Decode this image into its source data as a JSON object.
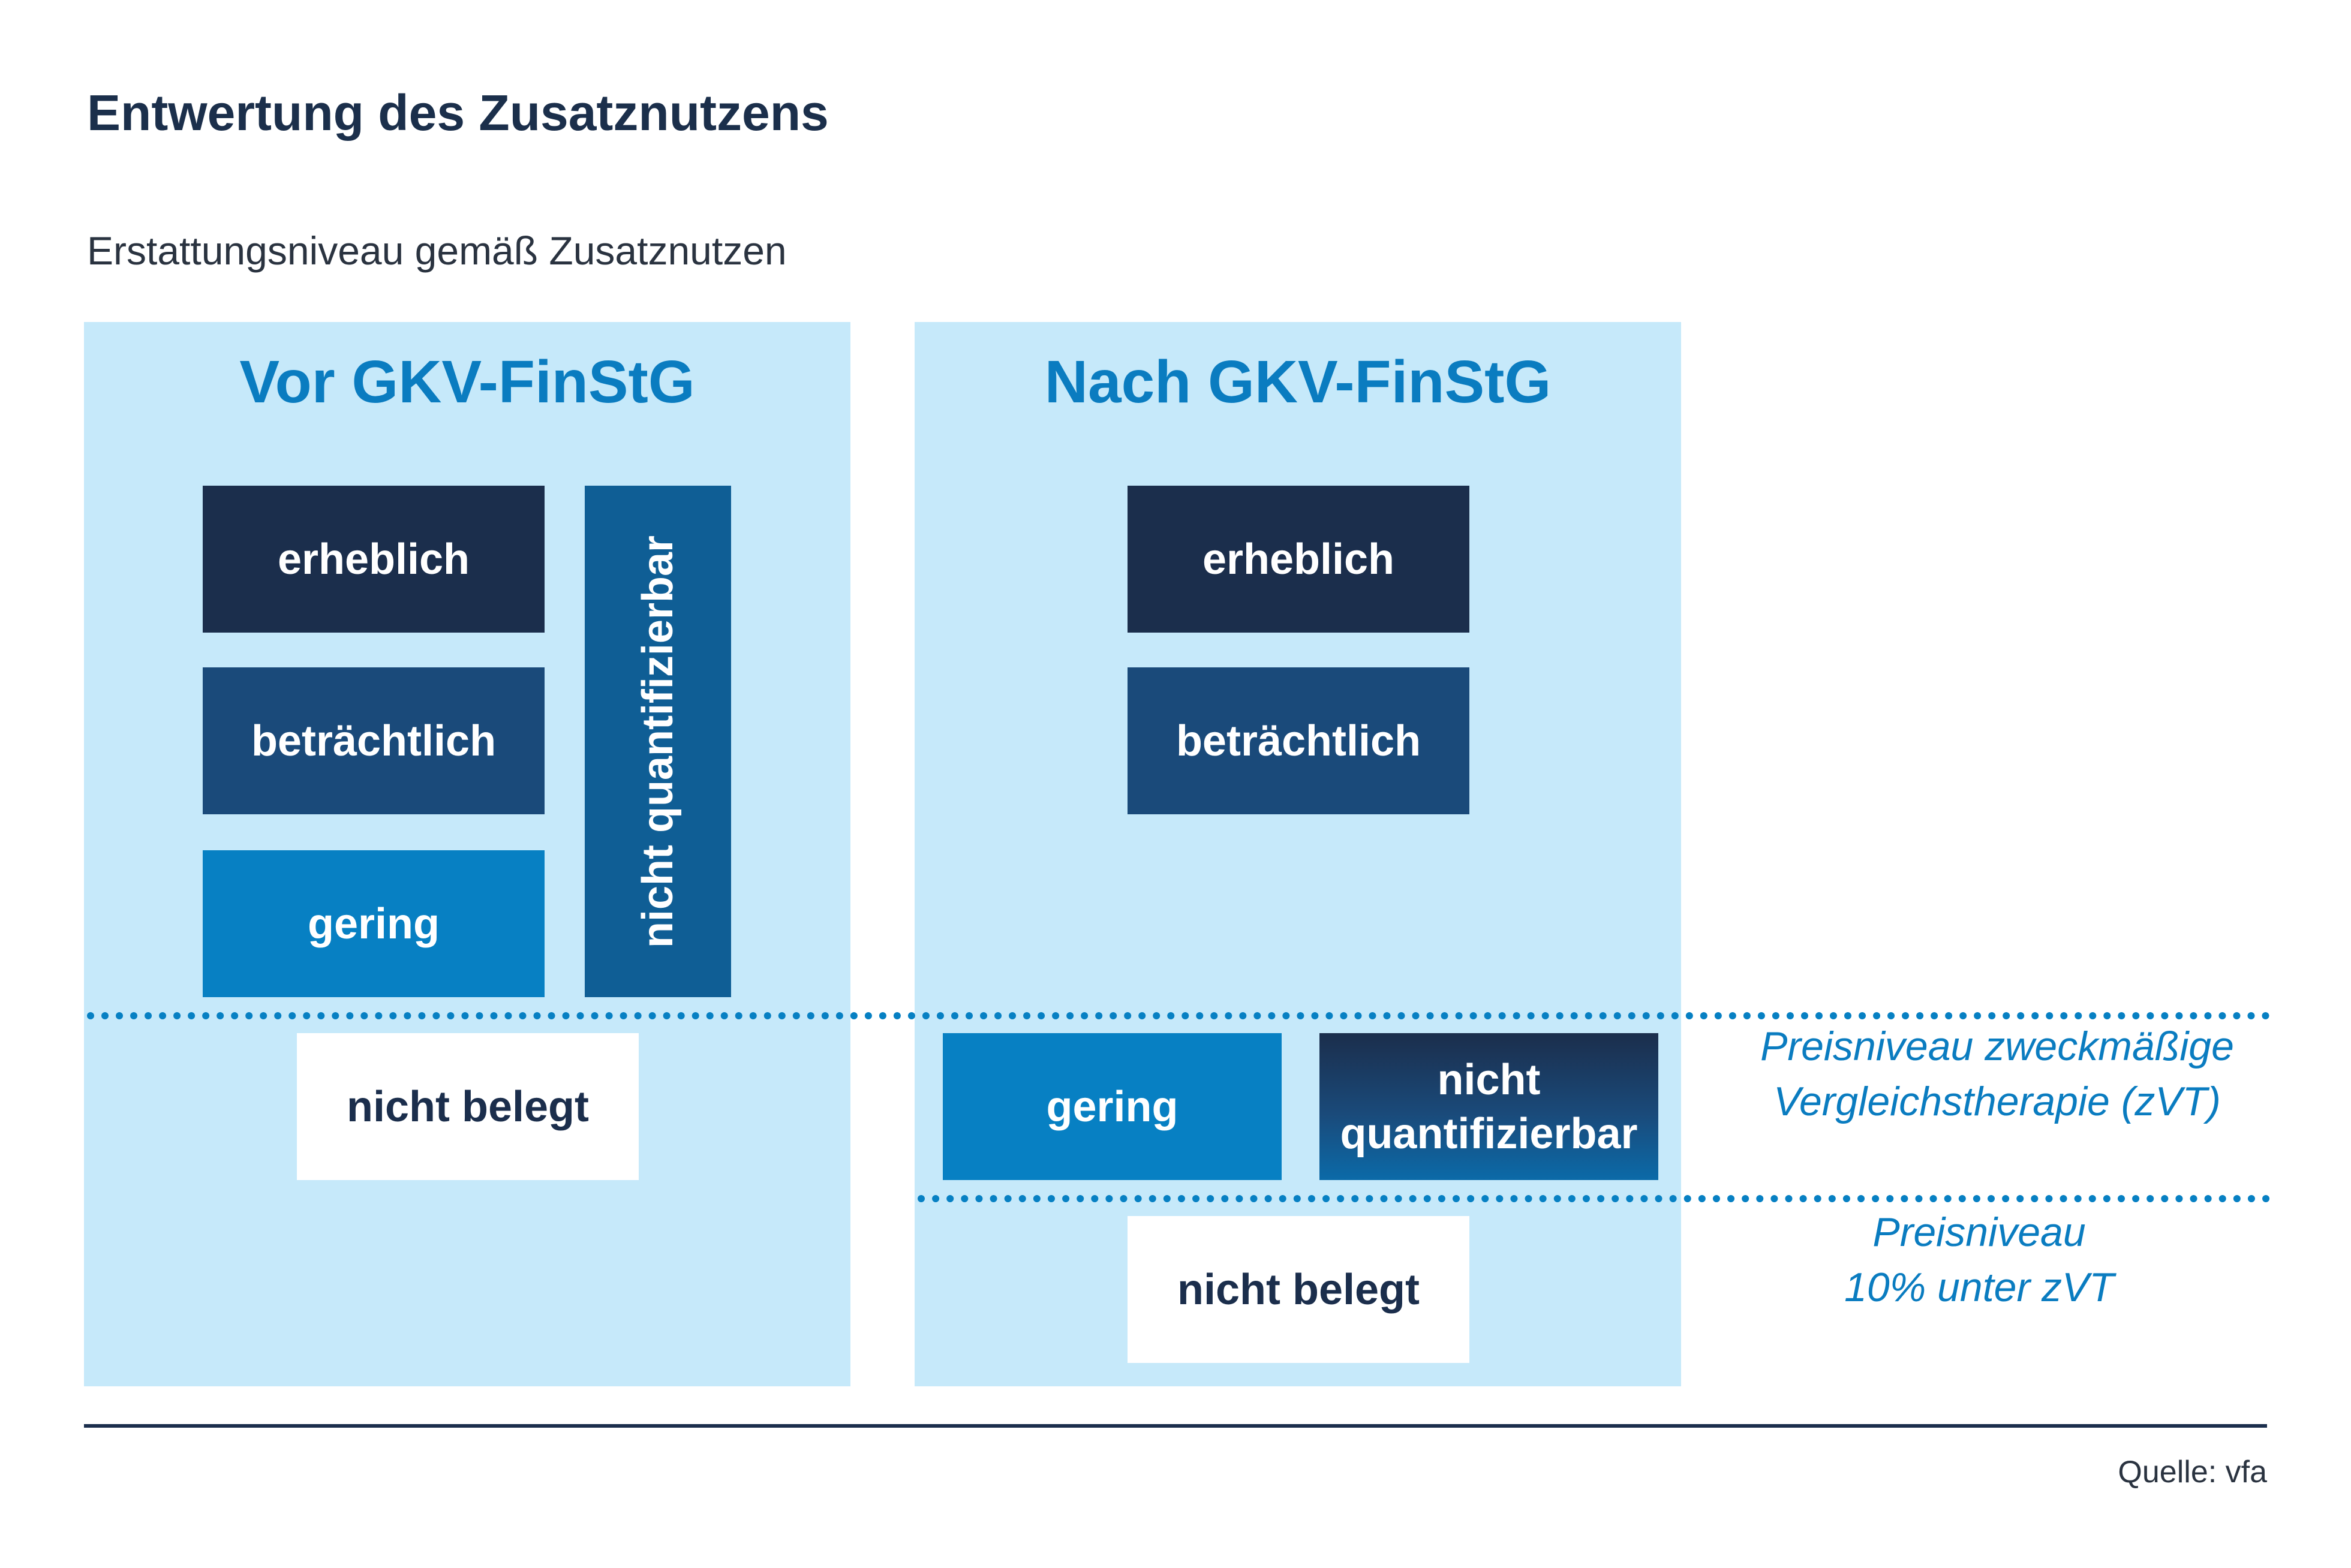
{
  "title": "Entwertung des Zusatznutzens",
  "subtitle": "Erstattungsniveau gemäß Zusatznutzen",
  "panel_before": {
    "title": "Vor GKV-FinStG",
    "erheblich": "erheblich",
    "betraechtlich": "beträchtlich",
    "gering": "gering",
    "nicht_quantifizierbar": "nicht quantifizierbar",
    "nicht_belegt": "nicht belegt"
  },
  "panel_after": {
    "title": "Nach GKV-FinStG",
    "erheblich": "erheblich",
    "betraechtlich": "beträchtlich",
    "gering": "gering",
    "nicht_quantifizierbar_line1": "nicht",
    "nicht_quantifizierbar_line2": "quantifizierbar",
    "nicht_belegt": "nicht belegt"
  },
  "notes": {
    "zvt_line1": "Preisniveau zweckmäßige",
    "zvt_line2": "Vergleichstherapie (zVT)",
    "below_line1": "Preisniveau",
    "below_line2": "10% unter zVT"
  },
  "source": "Quelle: vfa",
  "colors": {
    "panel": "#c6e9fa",
    "erheblich": "#1b2e4c",
    "betraechtlich": "#1a4a7a",
    "gering": "#0780c3",
    "accent": "#0a7cc0"
  }
}
